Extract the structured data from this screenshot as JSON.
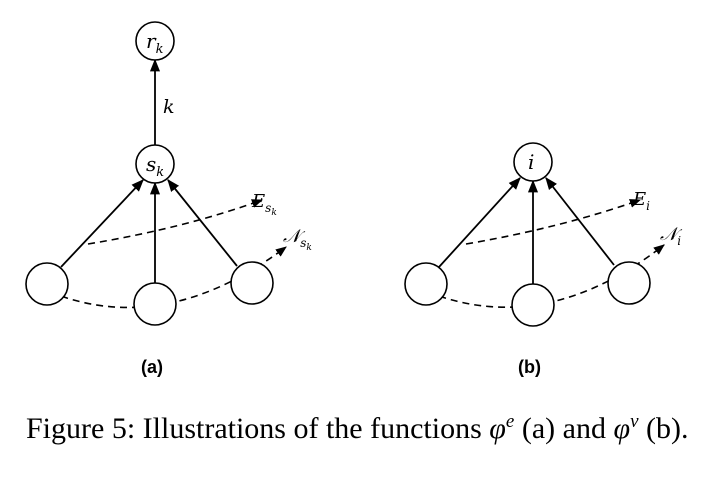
{
  "panel_a": {
    "label": "(a)",
    "top_node": "r",
    "top_node_sub": "k",
    "edge_label": "k",
    "center_node": "s",
    "center_node_sub": "k",
    "arc_inner_label": "E",
    "arc_inner_sub": "s",
    "arc_inner_subsub": "k",
    "arc_outer_label": "𝒩",
    "arc_outer_sub": "s",
    "arc_outer_subsub": "k"
  },
  "panel_b": {
    "label": "(b)",
    "center_node": "i",
    "arc_inner_label": "E",
    "arc_inner_sub": "i",
    "arc_outer_label": "𝒩",
    "arc_outer_sub": "i"
  },
  "caption": {
    "prefix": "Figure 5: Illustrations of the functions ",
    "phi": "φ",
    "sup_e": "e",
    "mid": " (a) and ",
    "sup_v": "v",
    "suffix": " (b)."
  }
}
